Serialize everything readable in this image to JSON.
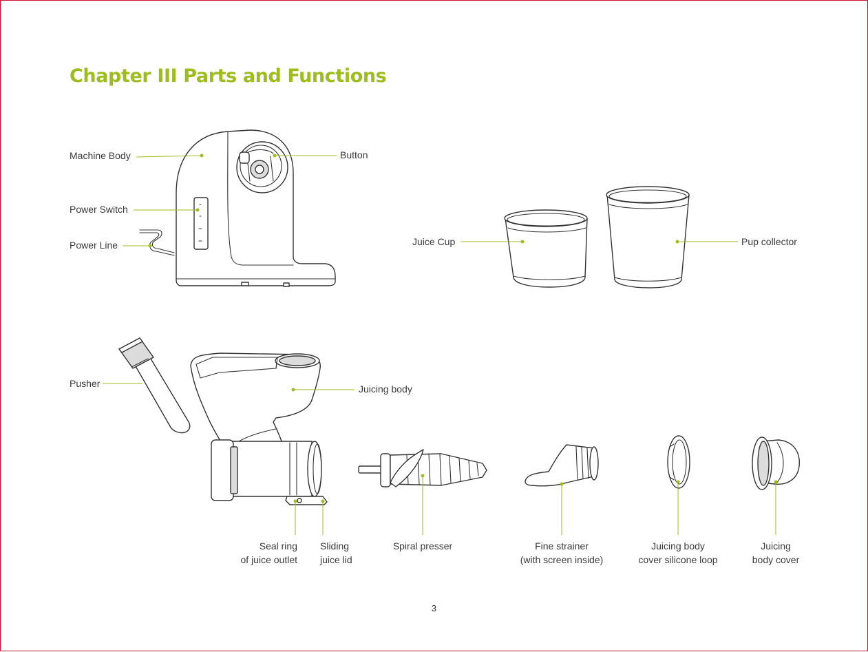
{
  "title": "Chapter III  Parts and Functions",
  "page_number": "3",
  "colors": {
    "accent": "#9dbd1e",
    "border": "#c8102e",
    "text": "#3a3a3a"
  },
  "labels": {
    "machine_body": "Machine Body",
    "button": "Button",
    "power_switch": "Power Switch",
    "power_line": "Power Line",
    "juice_cup": "Juice Cup",
    "pup_collector": "Pup collector",
    "pusher": "Pusher",
    "juicing_body": "Juicing body",
    "seal_ring": [
      "Seal ring",
      "of juice outlet"
    ],
    "sliding_lid": [
      "Sliding",
      "juice lid"
    ],
    "spiral_presser": "Spiral presser",
    "fine_strainer": [
      "Fine strainer",
      "(with screen inside)"
    ],
    "silicone_loop": [
      "Juicing body",
      "cover silicone loop"
    ],
    "body_cover": [
      "Juicing",
      "body cover"
    ]
  }
}
